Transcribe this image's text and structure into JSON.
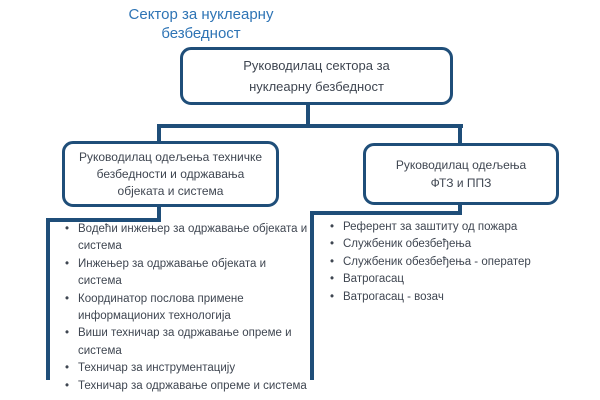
{
  "colors": {
    "accent": "#1F4E79",
    "title_text": "#2E74B5",
    "body_text": "#3F4651",
    "box_fill": "#FFFFFF"
  },
  "title": "Сектор за нуклеарну\nбезбедност",
  "org_chart": {
    "root": {
      "label": "Руководилац сектора за\nнуклеарну безбедност"
    },
    "branches": [
      {
        "label": "Руководилац одељења техничке\nбезбедности и одржавања\nобјеката и система",
        "roles": [
          "Водећи инжењер за одржавање објеката и\nсистема",
          "Инжењер за одржавање објеката и система",
          "Координатор послова примене\nинформационих технологија",
          "Виши техничар за одржавање опреме и\nсистема",
          "Техничар за инструментацију",
          "Техничар за одржавање опреме и система"
        ]
      },
      {
        "label": "Руководилац одељења\nФТЗ и ППЗ",
        "roles": [
          "Референт за заштиту од пожара",
          "Службеник обезбеђења",
          "Службеник обезбеђења - оператер",
          "Ватрогасац",
          "Ватрогасац - возач"
        ]
      }
    ]
  }
}
